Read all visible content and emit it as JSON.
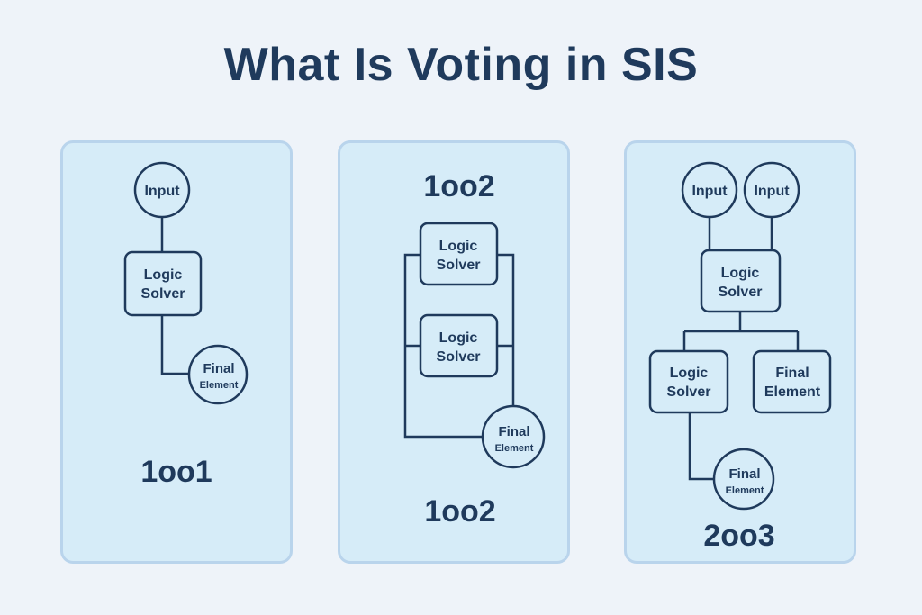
{
  "title": "What Is Voting in SIS",
  "labels": {
    "input": "Input",
    "logic": "Logic",
    "solver": "Solver",
    "final": "Final",
    "element": "Element"
  },
  "panels": [
    {
      "caption": "1oo1"
    },
    {
      "header": "1oo2",
      "caption": "1oo2"
    },
    {
      "caption": "2oo3"
    }
  ]
}
